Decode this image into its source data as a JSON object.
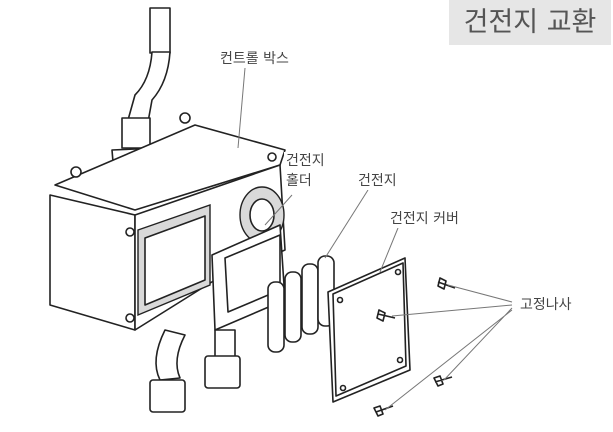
{
  "title": "건전지 교환",
  "labels": {
    "control_box": "컨트롤 박스",
    "battery_holder_line1": "건전지",
    "battery_holder_line2": "홀더",
    "battery": "건전지",
    "battery_cover": "건전지 커버",
    "fixing_screw": "고정나사"
  }
}
